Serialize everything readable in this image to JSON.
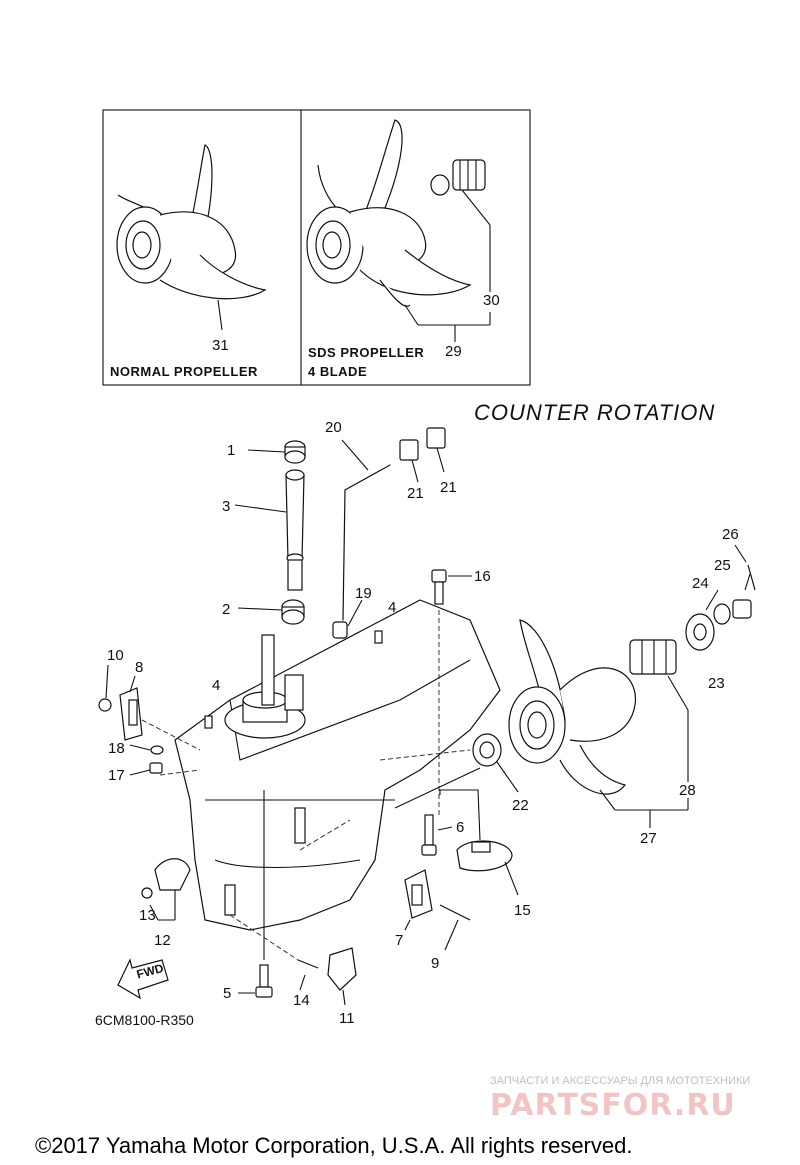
{
  "header": {
    "normal_propeller_label": "NORMAL PROPELLER",
    "sds_propeller_label_line1": "SDS PROPELLER",
    "sds_propeller_label_line2": "4 BLADE",
    "rotation_title": "COUNTER  ROTATION"
  },
  "callouts": {
    "c1": "1",
    "c2": "2",
    "c3": "3",
    "c4a": "4",
    "c4b": "4",
    "c5": "5",
    "c6": "6",
    "c7": "7",
    "c8": "8",
    "c9": "9",
    "c10": "10",
    "c11": "11",
    "c12": "12",
    "c13": "13",
    "c14": "14",
    "c15": "15",
    "c16": "16",
    "c17": "17",
    "c18": "18",
    "c19": "19",
    "c20": "20",
    "c21a": "21",
    "c21b": "21",
    "c22": "22",
    "c23": "23",
    "c24": "24",
    "c25": "25",
    "c26": "26",
    "c27": "27",
    "c28": "28",
    "c29": "29",
    "c30": "30",
    "c31": "31"
  },
  "fwd_label": "FWD",
  "diagram_code": "6CM8100-R350",
  "watermark": {
    "tagline": "ЗАПЧАСТИ И АКСЕССУАРЫ ДЛЯ МОТОТЕХНИКИ",
    "brand": "PARTSFOR.RU"
  },
  "footer": {
    "copyright": "©2017 Yamaha Motor Corporation, U.S.A. All rights reserved."
  }
}
